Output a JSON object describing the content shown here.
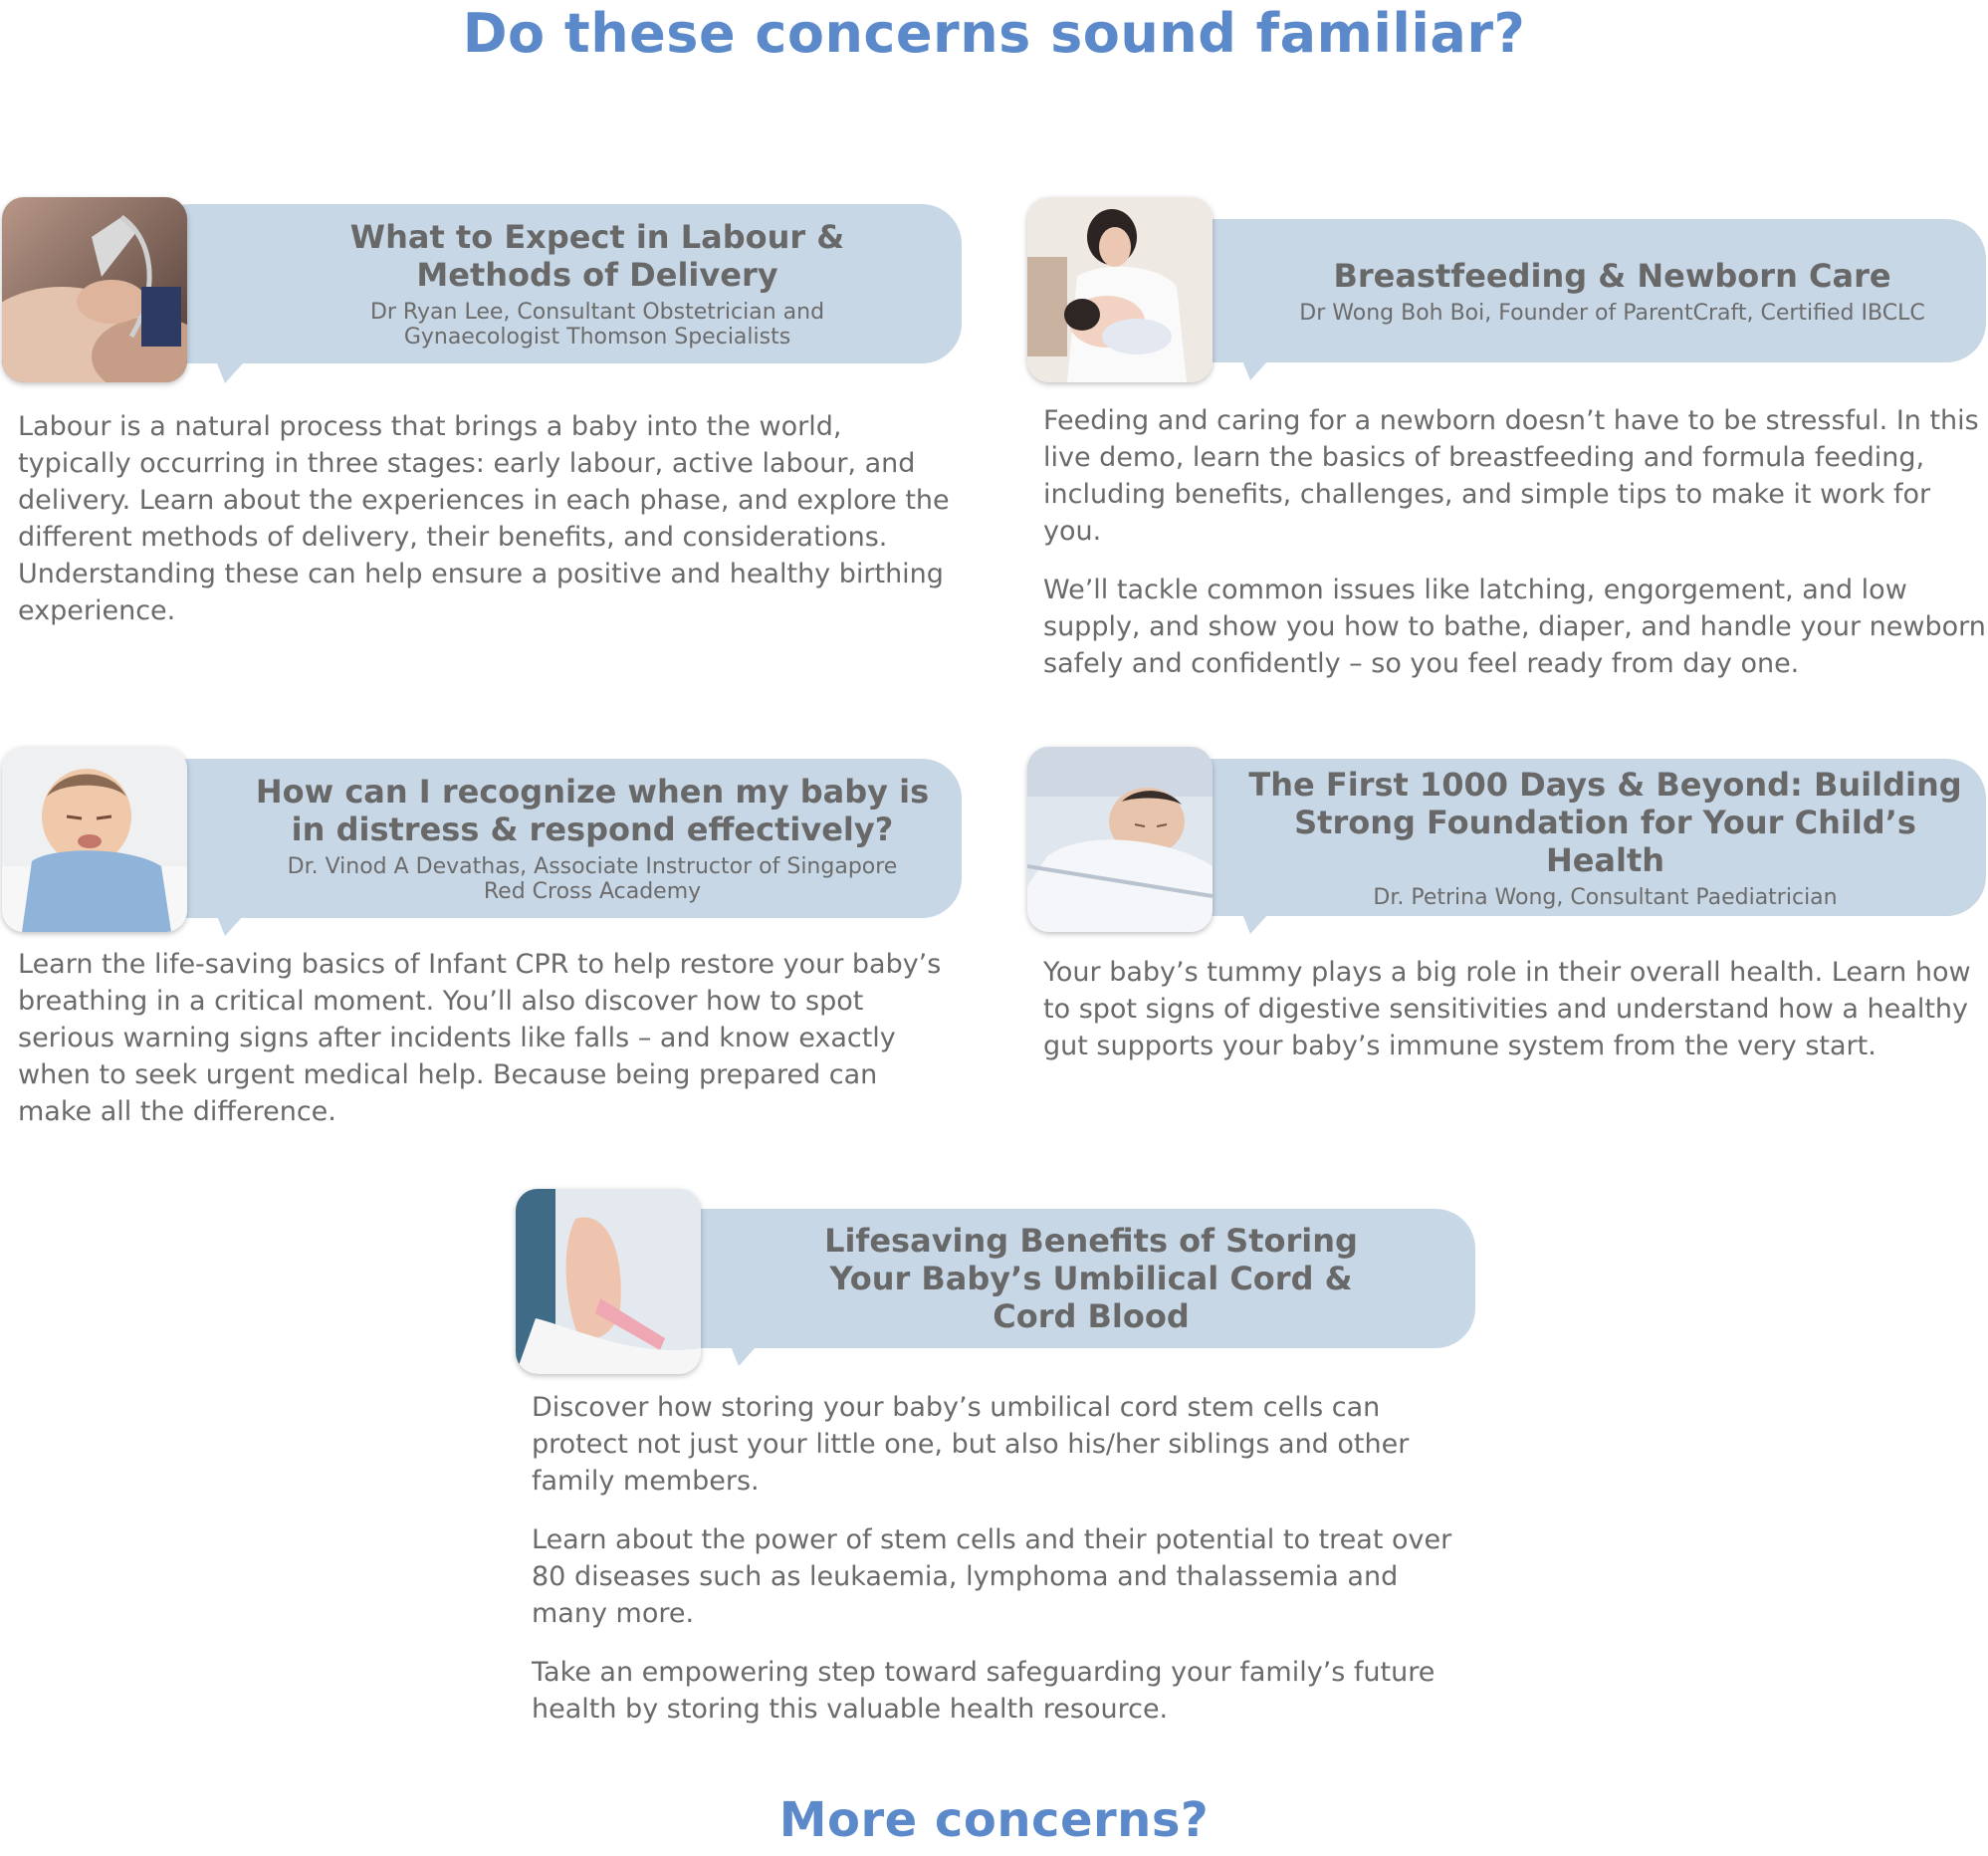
{
  "page": {
    "title": "Do these concerns sound familiar?",
    "footer_title": "More concerns?"
  },
  "cards": [
    {
      "title": "What to Expect in Labour & Methods of Delivery",
      "speaker": "Dr Ryan Lee, Consultant Obstetrician and Gynaecologist Thomson Specialists",
      "image_icon": "ultrasound-photo",
      "paragraphs": [
        "Labour is a natural process that brings a baby into the world, typically occurring in three stages: early labour, active labour, and delivery. Learn about the experiences in each phase, and explore the different methods of delivery, their benefits, and considerations. Understanding these can help ensure a positive and healthy birthing experience."
      ]
    },
    {
      "title": "Breastfeeding & Newborn Care",
      "speaker": "Dr Wong Boh Boi, Founder of ParentCraft, Certified IBCLC",
      "image_icon": "breastfeeding-photo",
      "paragraphs": [
        "Feeding and caring for a newborn doesn’t have to be stressful. In this live demo, learn the basics of breastfeeding and formula feeding, including benefits, challenges, and simple tips to make it work for you.",
        "We’ll tackle common issues like latching, engorgement, and low supply, and show you how to bathe, diaper, and handle your newborn safely and confidently – so you feel ready from day one."
      ]
    },
    {
      "title": "How can I recognize when my baby is in distress & respond effectively?",
      "speaker": "Dr. Vinod A Devathas, Associate Instructor of Singapore Red Cross Academy",
      "image_icon": "crying-baby-photo",
      "paragraphs": [
        "Learn the life-saving basics of Infant CPR to help restore your baby’s breathing in a critical moment. You’ll also discover how to spot serious warning signs after incidents like falls – and know exactly when to seek urgent medical help. Because being prepared can make all the difference."
      ]
    },
    {
      "title": "The First 1000 Days & Beyond: Building Strong Foundation for Your Child’s Health",
      "speaker": "Dr. Petrina Wong, Consultant Paediatrician",
      "image_icon": "sleeping-newborn-photo",
      "paragraphs": [
        "Your baby’s tummy plays a big role in their overall health. Learn how to spot signs of digestive sensitivities and understand how a healthy gut supports your baby’s immune system from the very start."
      ]
    },
    {
      "title": "Lifesaving Benefits of Storing Your Baby’s Umbilical Cord & Cord Blood",
      "speaker": "",
      "image_icon": "baby-foot-photo",
      "paragraphs": [
        "Discover how storing your baby’s umbilical cord stem cells can protect not just your little one, but also his/her siblings and other family members.",
        "Learn about the power of stem cells and their potential to treat over 80 diseases such as leukaemia, lymphoma and thalassemia and many more.",
        "Take an empowering step toward safeguarding your family’s future health by storing this valuable health resource."
      ]
    }
  ]
}
